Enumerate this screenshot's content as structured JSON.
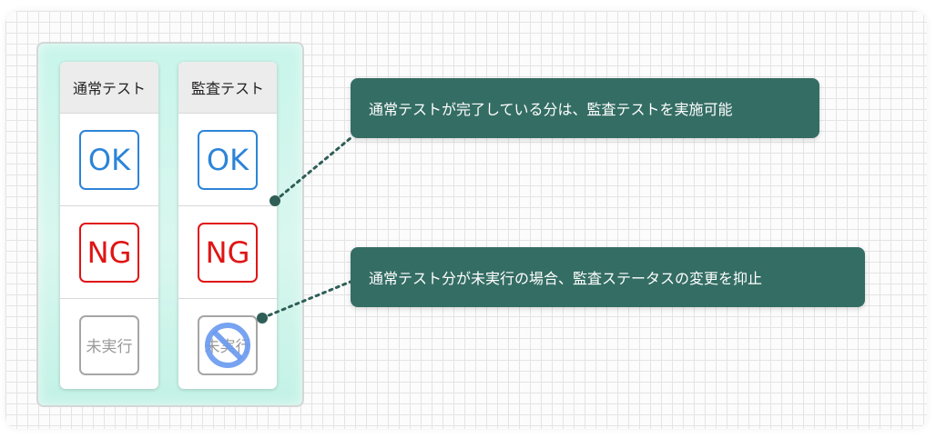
{
  "columns": {
    "normal": {
      "header": "通常テスト",
      "rows": [
        {
          "label": "OK",
          "status": "ok"
        },
        {
          "label": "NG",
          "status": "ng"
        },
        {
          "label": "未実行",
          "status": "not-run"
        }
      ]
    },
    "audit": {
      "header": "監査テスト",
      "rows": [
        {
          "label": "OK",
          "status": "ok"
        },
        {
          "label": "NG",
          "status": "ng"
        },
        {
          "label": "未実行",
          "status": "not-run-prohibited"
        }
      ]
    }
  },
  "callouts": [
    {
      "text": "通常テストが完了している分は、監査テストを実施可能"
    },
    {
      "text": "通常テスト分が未実行の場合、監査ステータスの変更を抑止"
    }
  ],
  "colors": {
    "ok": "#2c84d8",
    "ng": "#e01414",
    "not_run": "#a6a6a6",
    "callout_bg": "#346d64",
    "panel_bg": "#c8f5ea",
    "prohibited_icon": "#6b9bf0"
  },
  "icons": {
    "prohibited": "no-entry-icon"
  }
}
